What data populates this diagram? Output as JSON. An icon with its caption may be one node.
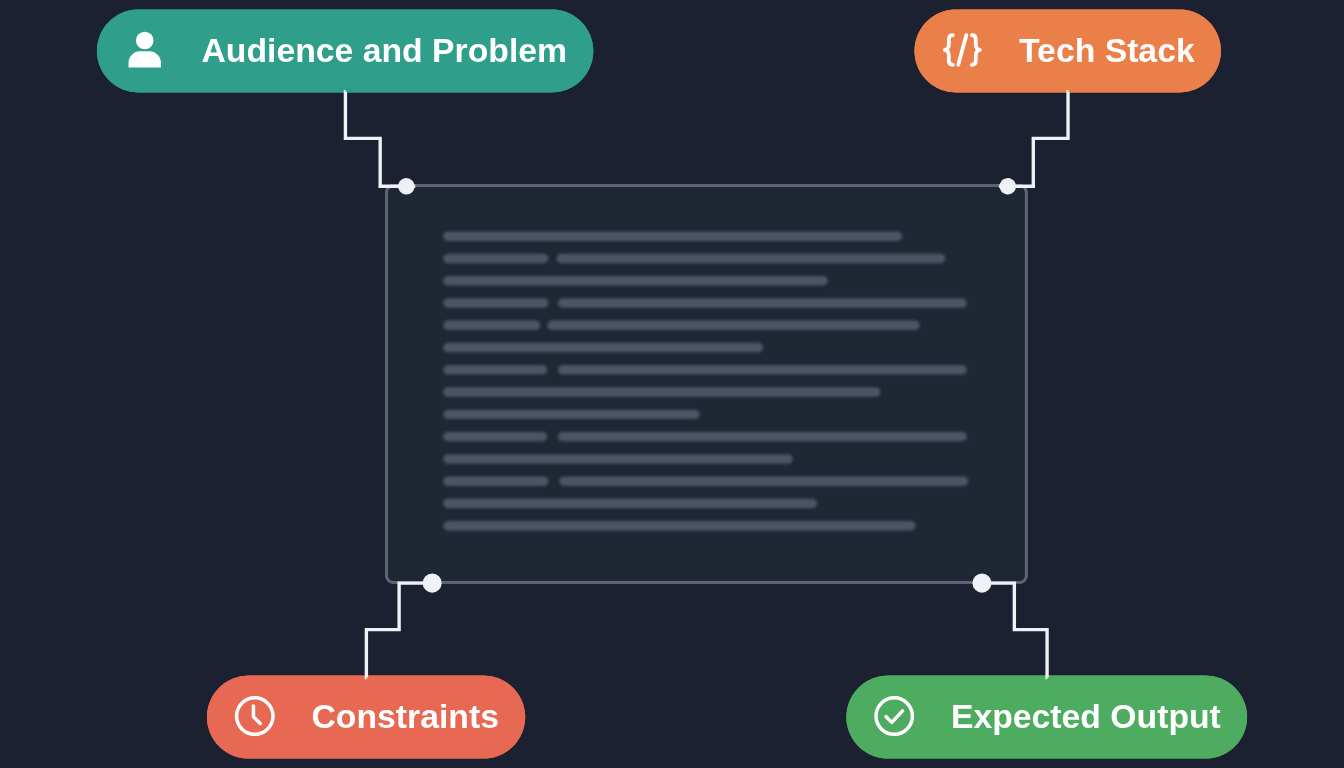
{
  "diagram": {
    "nodes": [
      {
        "text": [
          "Audience and Problem"
        ]
      },
      {
        "text": [
          "Tech Stack"
        ]
      },
      {
        "text": [],
        "shape": "box"
      },
      {
        "text": [
          "Constraints"
        ]
      },
      {
        "text": [
          "Expected Output"
        ]
      }
    ],
    "edges": [
      {
        "from": 0,
        "to": 2,
        "arrow": "other"
      },
      {
        "from": 1,
        "to": 2,
        "arrow": "other"
      },
      {
        "from": 3,
        "to": 2,
        "arrow": "other"
      },
      {
        "from": 4,
        "to": 2,
        "arrow": "other"
      }
    ]
  }
}
